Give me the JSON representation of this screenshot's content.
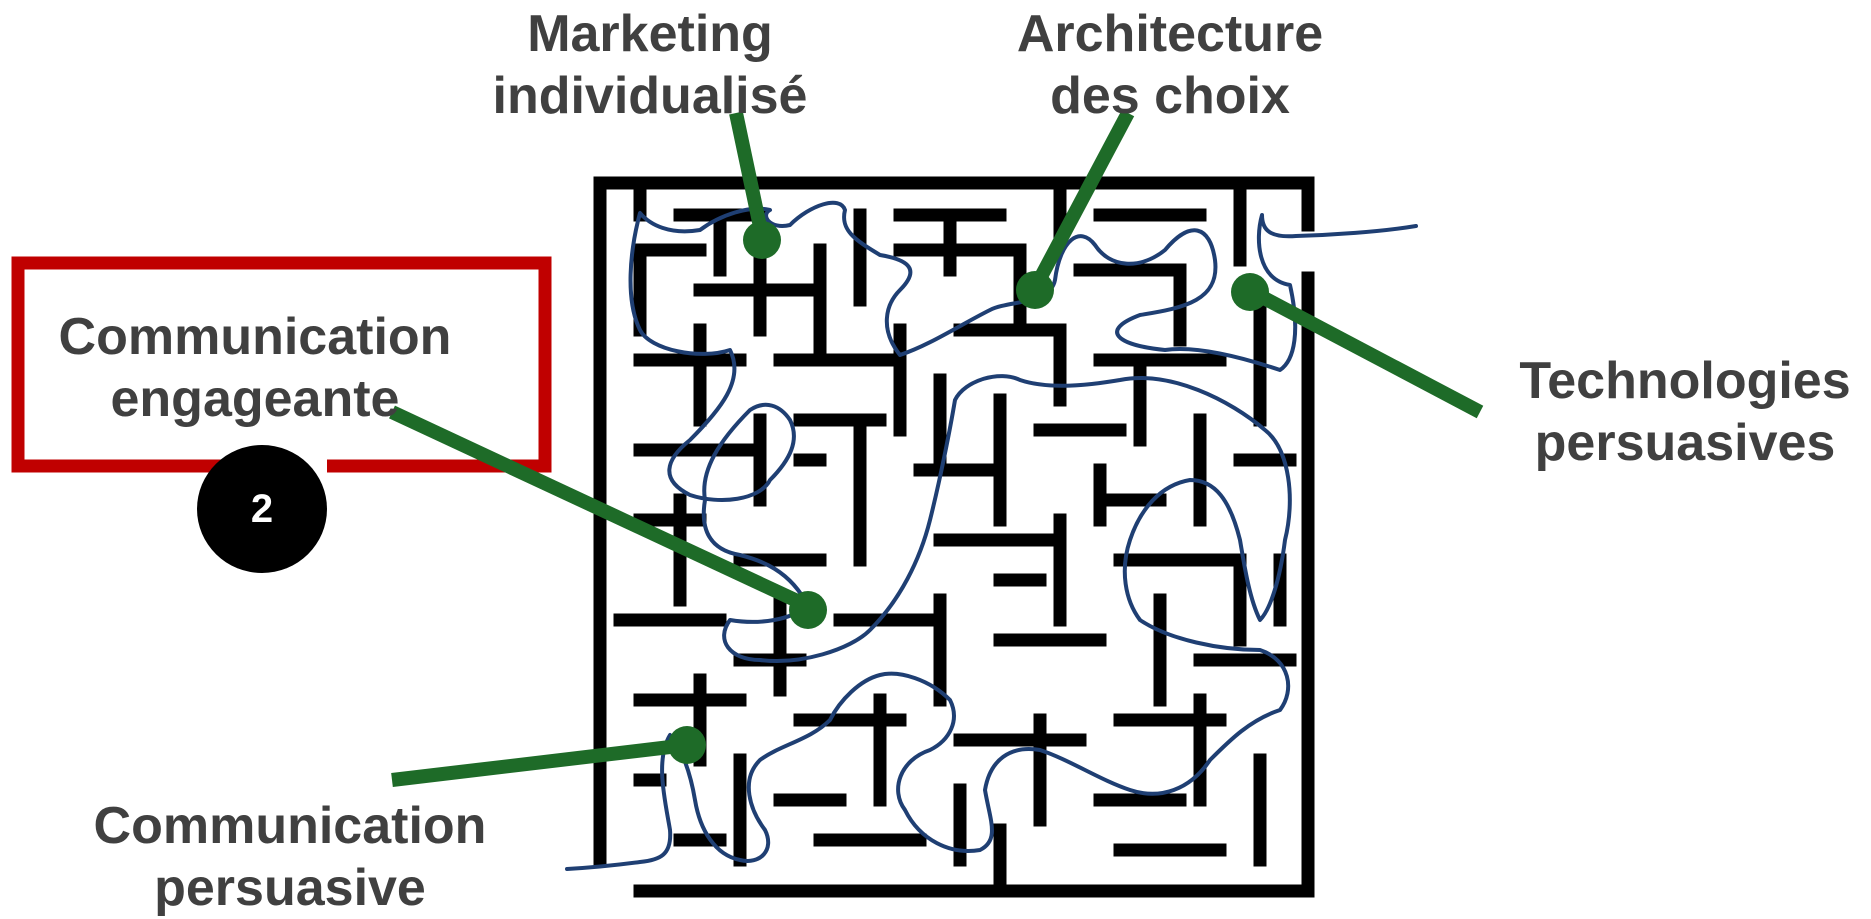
{
  "labels": {
    "marketing": {
      "line1": "Marketing",
      "line2": "individualisé"
    },
    "architecture": {
      "line1": "Architecture",
      "line2": "des choix"
    },
    "engageante": {
      "line1": "Communication",
      "line2": "engageante"
    },
    "technologies": {
      "line1": "Technologies",
      "line2": "persuasives"
    },
    "persuasive": {
      "line1": "Communication",
      "line2": "persuasive"
    }
  },
  "step_badge": "2",
  "colors": {
    "text": "#404040",
    "highlight_frame": "#c00000",
    "leader_lines": "#1e6b28",
    "maze_walls": "#000000",
    "path": "#1f3f73",
    "badge": "#000000"
  },
  "icons": {
    "maze": "maze-icon",
    "solution_path": "route-path-icon"
  }
}
